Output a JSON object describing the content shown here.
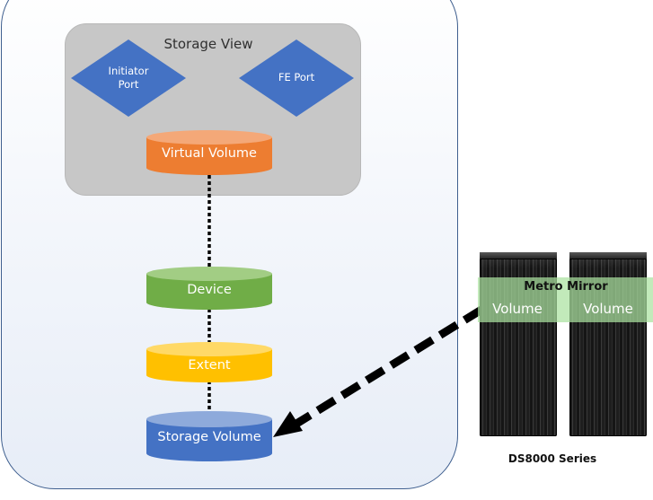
{
  "diagram": {
    "storage_view_title": "Storage View",
    "initiator_port": [
      "Initiator",
      "Port"
    ],
    "fe_port": "FE Port",
    "virtual_volume": "Virtual Volume",
    "device": "Device",
    "extent": "Extent",
    "storage_volume": "Storage Volume",
    "metro_mirror": "Metro Mirror",
    "volume_left": "Volume",
    "volume_right": "Volume",
    "ds8000_label": "DS8000 Series",
    "colors": {
      "diamond": "#4472c4",
      "virtual_volume": "#ed7d31",
      "device": "#70ad47",
      "extent": "#ffc000",
      "storage_volume": "#4472c4",
      "mirror_band": "#aee2a0"
    }
  }
}
